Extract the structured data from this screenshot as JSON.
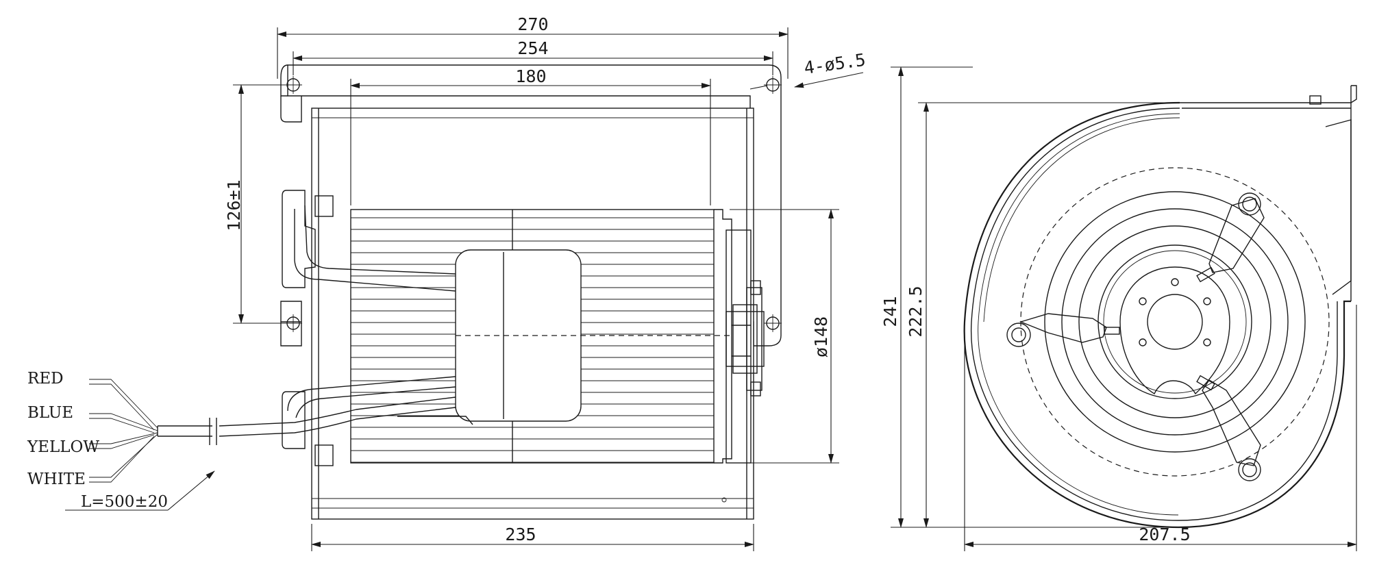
{
  "dimensions": {
    "width_overall": "270",
    "hole_spacing": "254",
    "inner_width": "180",
    "holes": "4-ø5.5",
    "height_holes": "126±1",
    "motor_diameter": "ø148",
    "base_length": "235",
    "side_height": "241",
    "side_inner_height": "222.5",
    "side_width": "207.5",
    "cable_length": "L=500±20"
  },
  "wires": [
    "RED",
    "BLUE",
    "YELLOW",
    "WHITE"
  ]
}
